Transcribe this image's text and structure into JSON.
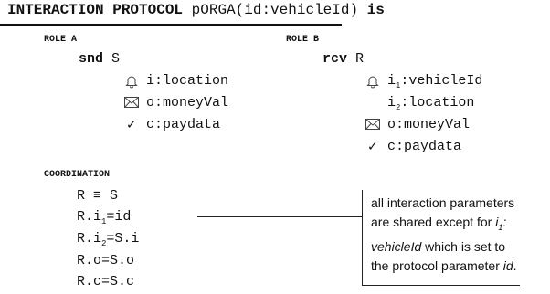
{
  "header": {
    "keyword_interaction": "INTERACTION PROTOCOL",
    "signature": "pORGA(id:vehicleId)",
    "keyword_is": "is"
  },
  "role_a": {
    "label": "ROLE A",
    "keyword": "snd",
    "name": "S",
    "params": [
      {
        "icon": "bell-icon",
        "glyph": "🕭",
        "text": "i:location"
      },
      {
        "icon": "envelope-icon",
        "glyph": "✉",
        "text": "o:moneyVal"
      },
      {
        "icon": "check-icon",
        "glyph": "✓",
        "text": "c:paydata"
      }
    ]
  },
  "role_b": {
    "label": "ROLE B",
    "keyword": "rcv",
    "name": "R",
    "params": [
      {
        "icon": "bell-icon",
        "glyph": "🕭",
        "prefix": "i",
        "sub": "1",
        "text": ":vehicleId"
      },
      {
        "icon": "",
        "glyph": "",
        "prefix": "i",
        "sub": "2",
        "text": ":location"
      },
      {
        "icon": "envelope-icon",
        "glyph": "✉",
        "prefix": "",
        "sub": "",
        "text": "o:moneyVal"
      },
      {
        "icon": "check-icon",
        "glyph": "✓",
        "prefix": "",
        "sub": "",
        "text": "c:paydata"
      }
    ]
  },
  "coordination": {
    "label": "COORDINATION",
    "lines": [
      {
        "pre": "R ≡ S",
        "sub": "",
        "post": ""
      },
      {
        "pre": "R.i",
        "sub": "1",
        "post": "=id"
      },
      {
        "pre": "R.i",
        "sub": "2",
        "post": "=S.i"
      },
      {
        "pre": "R.o=S.o",
        "sub": "",
        "post": ""
      },
      {
        "pre": "R.c=S.c",
        "sub": "",
        "post": ""
      }
    ]
  },
  "note": {
    "part1": "all interaction parameters are shared except for ",
    "italic1": "i",
    "italic1_sub": "1",
    "italic2": ": vehicleId",
    "part2": " which is set to the protocol parameter ",
    "italic3": "id",
    "part3": "."
  }
}
